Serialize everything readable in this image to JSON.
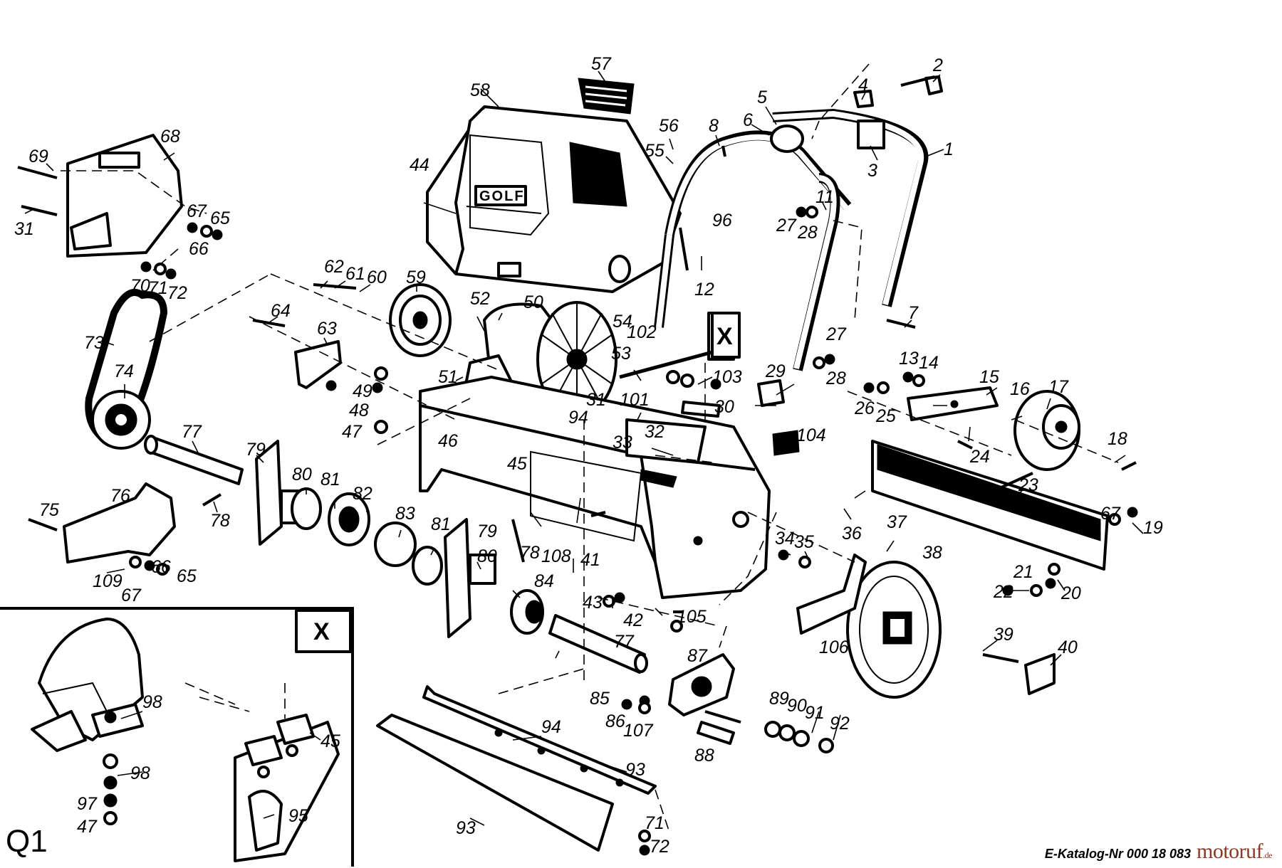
{
  "section_label": "Q1",
  "catalog_text": "E-Katalog-Nr 000 18 083",
  "brand": {
    "name": "motoruf",
    "suffix": ".de"
  },
  "housing_logo_text": "GOLF",
  "inset_marker": "X",
  "part_numbers": [
    "1",
    "2",
    "3",
    "4",
    "5",
    "6",
    "7",
    "8",
    "11",
    "12",
    "13",
    "14",
    "15",
    "16",
    "17",
    "18",
    "19",
    "20",
    "21",
    "22",
    "23",
    "24",
    "25",
    "26",
    "27",
    "28",
    "29",
    "30",
    "31",
    "32",
    "33",
    "34",
    "35",
    "36",
    "37",
    "38",
    "39",
    "40",
    "41",
    "42",
    "43",
    "44",
    "45",
    "46",
    "47",
    "48",
    "49",
    "50",
    "51",
    "52",
    "53",
    "54",
    "55",
    "56",
    "57",
    "58",
    "59",
    "60",
    "61",
    "62",
    "63",
    "64",
    "65",
    "66",
    "67",
    "68",
    "69",
    "70",
    "71",
    "72",
    "73",
    "74",
    "75",
    "76",
    "77",
    "78",
    "79",
    "80",
    "81",
    "82",
    "83",
    "84",
    "85",
    "86",
    "87",
    "88",
    "89",
    "90",
    "91",
    "92",
    "93",
    "94",
    "95",
    "96",
    "97",
    "98",
    "101",
    "102",
    "103",
    "104",
    "105",
    "106",
    "107",
    "108",
    "109"
  ],
  "labels": [
    {
      "id": "n1",
      "text": "1"
    },
    {
      "id": "n2",
      "text": "2"
    },
    {
      "id": "n3",
      "text": "3"
    },
    {
      "id": "n4",
      "text": "4"
    },
    {
      "id": "n5",
      "text": "5"
    },
    {
      "id": "n6",
      "text": "6"
    },
    {
      "id": "n7",
      "text": "7"
    },
    {
      "id": "n8",
      "text": "8"
    },
    {
      "id": "n11",
      "text": "11"
    },
    {
      "id": "n12",
      "text": "12"
    },
    {
      "id": "n13",
      "text": "13"
    },
    {
      "id": "n14",
      "text": "14"
    },
    {
      "id": "n15",
      "text": "15"
    },
    {
      "id": "n16",
      "text": "16"
    },
    {
      "id": "n17",
      "text": "17"
    },
    {
      "id": "n18",
      "text": "18"
    },
    {
      "id": "n19",
      "text": "19"
    },
    {
      "id": "n20",
      "text": "20"
    },
    {
      "id": "n21",
      "text": "21"
    },
    {
      "id": "n22",
      "text": "22"
    },
    {
      "id": "n23",
      "text": "23"
    },
    {
      "id": "n24",
      "text": "24"
    },
    {
      "id": "n25",
      "text": "25"
    },
    {
      "id": "n26",
      "text": "26"
    },
    {
      "id": "n27a",
      "text": "27"
    },
    {
      "id": "n27b",
      "text": "27"
    },
    {
      "id": "n28a",
      "text": "28"
    },
    {
      "id": "n28b",
      "text": "28"
    },
    {
      "id": "n29",
      "text": "29"
    },
    {
      "id": "n30",
      "text": "30"
    },
    {
      "id": "n31a",
      "text": "31"
    },
    {
      "id": "n31b",
      "text": "31"
    },
    {
      "id": "n32",
      "text": "32"
    },
    {
      "id": "n33",
      "text": "33"
    },
    {
      "id": "n34",
      "text": "34"
    },
    {
      "id": "n35",
      "text": "35"
    },
    {
      "id": "n36",
      "text": "36"
    },
    {
      "id": "n37",
      "text": "37"
    },
    {
      "id": "n38",
      "text": "38"
    },
    {
      "id": "n39",
      "text": "39"
    },
    {
      "id": "n40",
      "text": "40"
    },
    {
      "id": "n41",
      "text": "41"
    },
    {
      "id": "n42",
      "text": "42"
    },
    {
      "id": "n43",
      "text": "43"
    },
    {
      "id": "n44",
      "text": "44"
    },
    {
      "id": "n45a",
      "text": "45"
    },
    {
      "id": "n45b",
      "text": "45"
    },
    {
      "id": "n46",
      "text": "46"
    },
    {
      "id": "n47a",
      "text": "47"
    },
    {
      "id": "n47b",
      "text": "47"
    },
    {
      "id": "n48",
      "text": "48"
    },
    {
      "id": "n49",
      "text": "49"
    },
    {
      "id": "n50",
      "text": "50"
    },
    {
      "id": "n51",
      "text": "51"
    },
    {
      "id": "n52",
      "text": "52"
    },
    {
      "id": "n53",
      "text": "53"
    },
    {
      "id": "n54",
      "text": "54"
    },
    {
      "id": "n55",
      "text": "55"
    },
    {
      "id": "n56",
      "text": "56"
    },
    {
      "id": "n57",
      "text": "57"
    },
    {
      "id": "n58",
      "text": "58"
    },
    {
      "id": "n59",
      "text": "59"
    },
    {
      "id": "n60",
      "text": "60"
    },
    {
      "id": "n61",
      "text": "61"
    },
    {
      "id": "n62",
      "text": "62"
    },
    {
      "id": "n63",
      "text": "63"
    },
    {
      "id": "n64",
      "text": "64"
    },
    {
      "id": "n65a",
      "text": "65"
    },
    {
      "id": "n65b",
      "text": "65"
    },
    {
      "id": "n66a",
      "text": "66"
    },
    {
      "id": "n66b",
      "text": "66"
    },
    {
      "id": "n67a",
      "text": "67"
    },
    {
      "id": "n67b",
      "text": "67"
    },
    {
      "id": "n67c",
      "text": "67"
    },
    {
      "id": "n68",
      "text": "68"
    },
    {
      "id": "n69",
      "text": "69"
    },
    {
      "id": "n70",
      "text": "70"
    },
    {
      "id": "n71a",
      "text": "71"
    },
    {
      "id": "n71b",
      "text": "71"
    },
    {
      "id": "n72a",
      "text": "72"
    },
    {
      "id": "n72b",
      "text": "72"
    },
    {
      "id": "n73",
      "text": "73"
    },
    {
      "id": "n74",
      "text": "74"
    },
    {
      "id": "n75",
      "text": "75"
    },
    {
      "id": "n76",
      "text": "76"
    },
    {
      "id": "n77a",
      "text": "77"
    },
    {
      "id": "n77b",
      "text": "77"
    },
    {
      "id": "n78a",
      "text": "78"
    },
    {
      "id": "n78b",
      "text": "78"
    },
    {
      "id": "n79a",
      "text": "79"
    },
    {
      "id": "n79b",
      "text": "79"
    },
    {
      "id": "n80a",
      "text": "80"
    },
    {
      "id": "n80b",
      "text": "80"
    },
    {
      "id": "n81a",
      "text": "81"
    },
    {
      "id": "n81b",
      "text": "81"
    },
    {
      "id": "n82",
      "text": "82"
    },
    {
      "id": "n83",
      "text": "83"
    },
    {
      "id": "n84",
      "text": "84"
    },
    {
      "id": "n85",
      "text": "85"
    },
    {
      "id": "n86",
      "text": "86"
    },
    {
      "id": "n87",
      "text": "87"
    },
    {
      "id": "n88",
      "text": "88"
    },
    {
      "id": "n89",
      "text": "89"
    },
    {
      "id": "n90",
      "text": "90"
    },
    {
      "id": "n91",
      "text": "91"
    },
    {
      "id": "n92",
      "text": "92"
    },
    {
      "id": "n93a",
      "text": "93"
    },
    {
      "id": "n93b",
      "text": "93"
    },
    {
      "id": "n94a",
      "text": "94"
    },
    {
      "id": "n94b",
      "text": "94"
    },
    {
      "id": "n95",
      "text": "95"
    },
    {
      "id": "n96",
      "text": "96"
    },
    {
      "id": "n97",
      "text": "97"
    },
    {
      "id": "n98a",
      "text": "98"
    },
    {
      "id": "n98b",
      "text": "98"
    },
    {
      "id": "n101",
      "text": "101"
    },
    {
      "id": "n102",
      "text": "102"
    },
    {
      "id": "n103",
      "text": "103"
    },
    {
      "id": "n104",
      "text": "104"
    },
    {
      "id": "n105",
      "text": "105"
    },
    {
      "id": "n106",
      "text": "106"
    },
    {
      "id": "n107",
      "text": "107"
    },
    {
      "id": "n108",
      "text": "108"
    },
    {
      "id": "n109",
      "text": "109"
    }
  ]
}
